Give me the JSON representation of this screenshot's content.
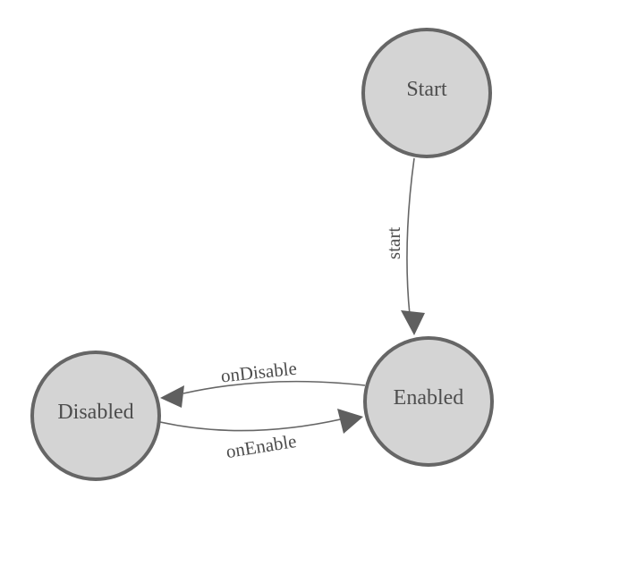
{
  "colors": {
    "background": "#ffffff",
    "node_fill": "#d4d4d4",
    "node_stroke": "#666666",
    "edge_stroke": "#666666",
    "arrow_fill": "#5f5f5f",
    "label_text": "#4d4d4d"
  },
  "nodes": [
    {
      "id": "Start",
      "label": "Start"
    },
    {
      "id": "Enabled",
      "label": "Enabled"
    },
    {
      "id": "Disabled",
      "label": "Disabled"
    }
  ],
  "edges": [
    {
      "label": "start",
      "from": "Start",
      "to": "Enabled"
    },
    {
      "label": "onDisable",
      "from": "Enabled",
      "to": "Disabled"
    },
    {
      "label": "onEnable",
      "from": "Disabled",
      "to": "Enabled"
    }
  ]
}
